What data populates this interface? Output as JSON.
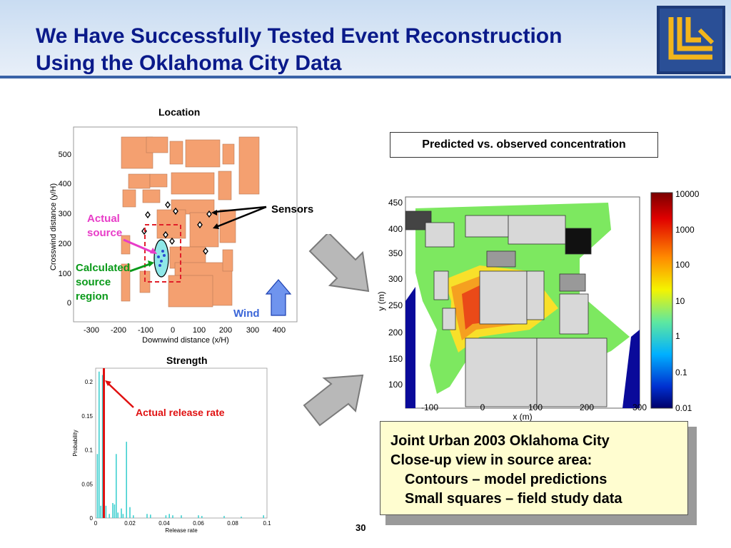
{
  "slide": {
    "title_line1": "We Have Successfully Tested Event Reconstruction",
    "title_line2": "Using the Oklahoma City Data",
    "page_number": "30",
    "logo_icon": "llnl-logo-icon"
  },
  "location_panel": {
    "label": "Location",
    "xlabel": "Downwind distance (x/H)",
    "ylabel": "Crosswind distance (y/H)",
    "x_ticks": [
      "-300",
      "-200",
      "-100",
      "0",
      "100",
      "200",
      "300",
      "400"
    ],
    "y_ticks": [
      "500",
      "400",
      "300",
      "200",
      "100",
      "0"
    ],
    "annotations": {
      "sensors": "Sensors",
      "actual_source_1": "Actual",
      "actual_source_2": "source",
      "calc_1": "Calculated",
      "calc_2": "source",
      "calc_3": "region",
      "wind": "Wind"
    },
    "colors": {
      "building": "#f4a070",
      "actual": "#e83cc8",
      "calculated": "#0a9a1a",
      "wind_arrow": "#6f94ee"
    }
  },
  "strength_panel": {
    "label": "Strength",
    "actual_release_label": "Actual release rate",
    "chart_data": {
      "type": "bar",
      "xlabel": "Release rate",
      "ylabel": "Probability",
      "xlim": [
        0,
        0.1
      ],
      "ylim": [
        0,
        0.22
      ],
      "x_ticks": [
        "0",
        "0.02",
        "0.04",
        "0.06",
        "0.08",
        "0.1"
      ],
      "y_ticks": [
        "0",
        "0.05",
        "0.1",
        "0.15",
        "0.2"
      ],
      "actual_release_rate": 0.0048,
      "bars": [
        {
          "x": 0.001,
          "y": 0.094
        },
        {
          "x": 0.002,
          "y": 0.215
        },
        {
          "x": 0.003,
          "y": 0.018
        },
        {
          "x": 0.004,
          "y": 0.21
        },
        {
          "x": 0.006,
          "y": 0.018
        },
        {
          "x": 0.008,
          "y": 0.006
        },
        {
          "x": 0.01,
          "y": 0.022
        },
        {
          "x": 0.011,
          "y": 0.02
        },
        {
          "x": 0.012,
          "y": 0.094
        },
        {
          "x": 0.013,
          "y": 0.008
        },
        {
          "x": 0.015,
          "y": 0.014
        },
        {
          "x": 0.016,
          "y": 0.006
        },
        {
          "x": 0.018,
          "y": 0.112
        },
        {
          "x": 0.02,
          "y": 0.016
        },
        {
          "x": 0.022,
          "y": 0.004
        },
        {
          "x": 0.03,
          "y": 0.006
        },
        {
          "x": 0.032,
          "y": 0.005
        },
        {
          "x": 0.041,
          "y": 0.004
        },
        {
          "x": 0.043,
          "y": 0.006
        },
        {
          "x": 0.045,
          "y": 0.004
        },
        {
          "x": 0.05,
          "y": 0.004
        },
        {
          "x": 0.06,
          "y": 0.004
        },
        {
          "x": 0.062,
          "y": 0.003
        },
        {
          "x": 0.075,
          "y": 0.003
        },
        {
          "x": 0.085,
          "y": 0.002
        },
        {
          "x": 0.098,
          "y": 0.004
        }
      ],
      "colors": {
        "bar": "#40d0d0",
        "actual": "#e01010"
      }
    }
  },
  "prediction_panel": {
    "box_label": "Predicted vs. observed concentration",
    "xlabel": "x (m)",
    "ylabel": "y (m)",
    "x_ticks": [
      "-100",
      "0",
      "100",
      "200",
      "300"
    ],
    "y_ticks": [
      "450",
      "400",
      "350",
      "300",
      "250",
      "200",
      "150",
      "100"
    ],
    "colorbar_ticks": [
      "10000",
      "1000",
      "100",
      "10",
      "1",
      "0.1",
      "0.01"
    ]
  },
  "notes": {
    "line1": "Joint Urban 2003 Oklahoma City",
    "line2": "Close-up view in source area:",
    "line3": "Contours – model predictions",
    "line4": "Small squares –  field study data"
  }
}
